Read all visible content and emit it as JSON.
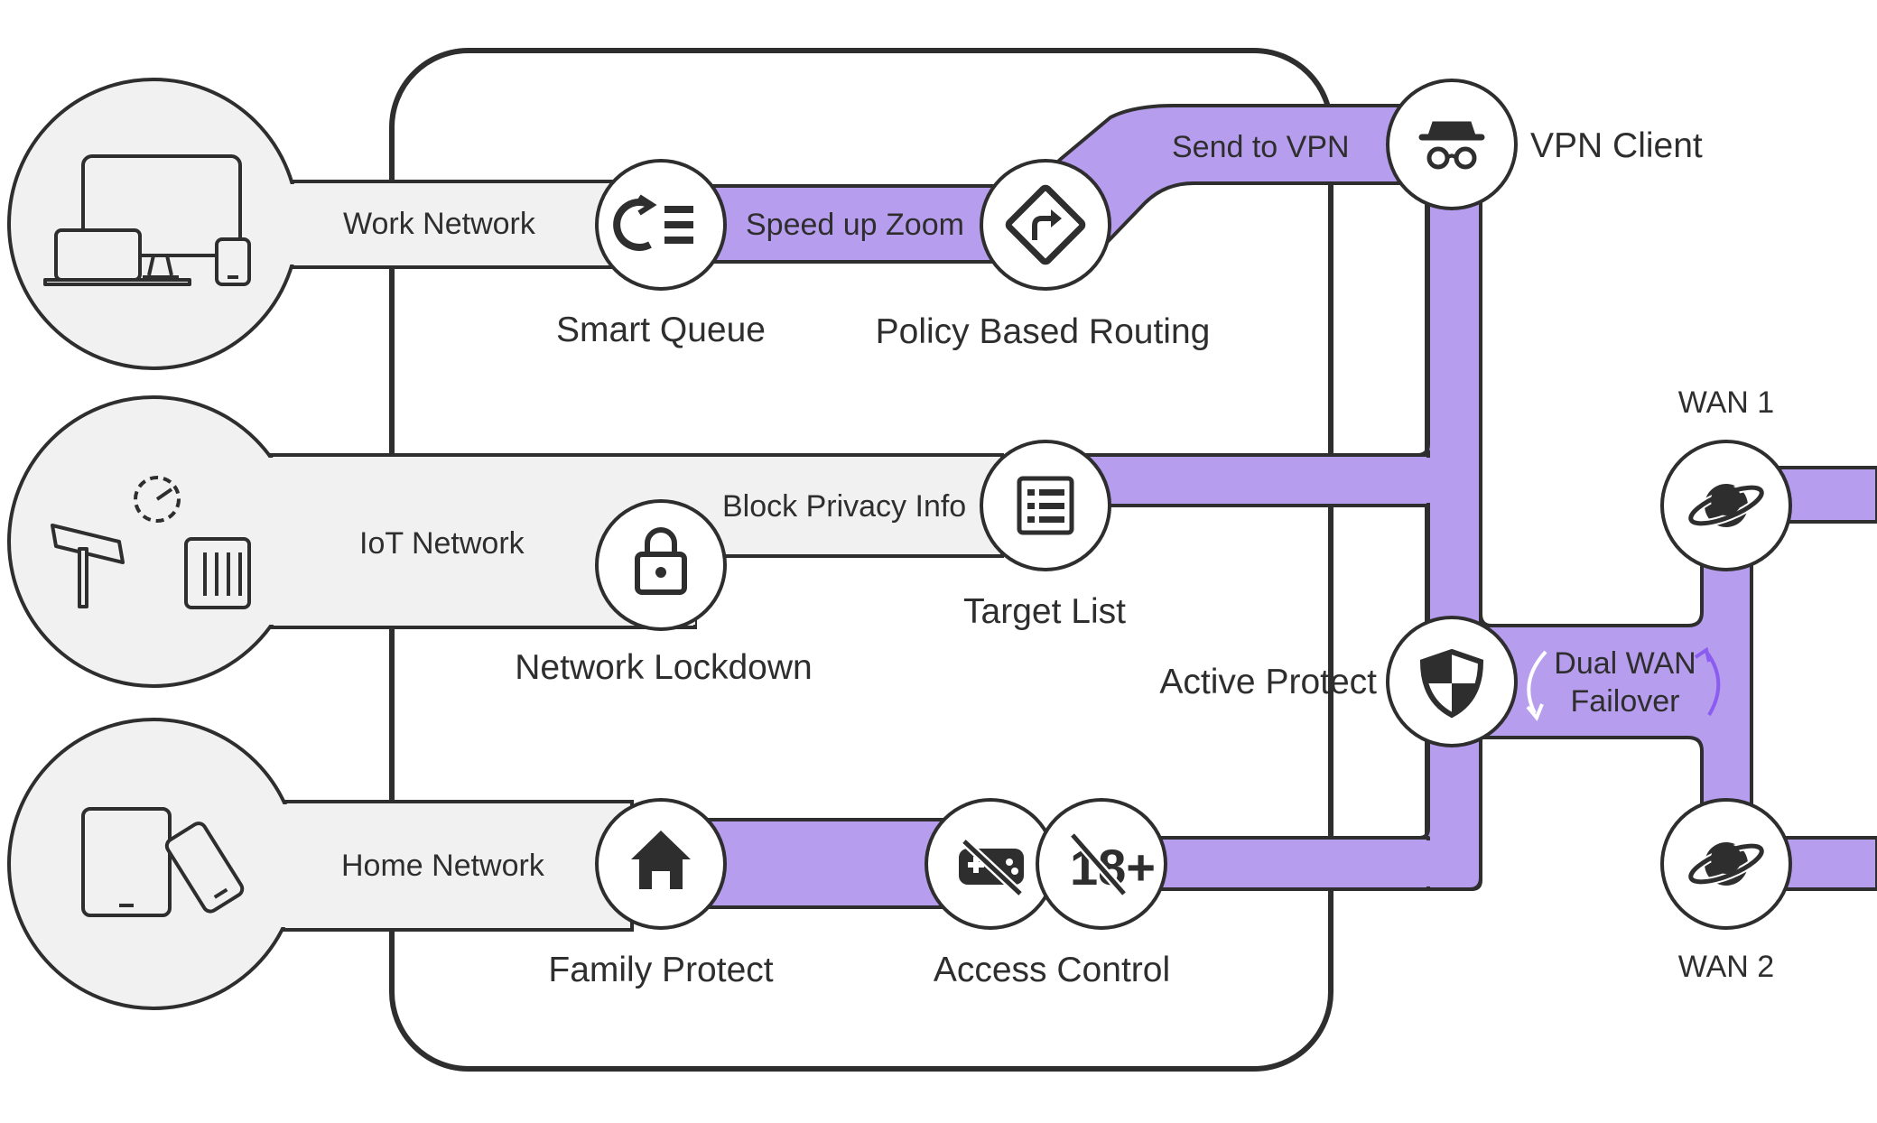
{
  "networks": {
    "work": {
      "label": "Work Network"
    },
    "iot": {
      "label": "IoT Network"
    },
    "home": {
      "label": "Home Network"
    }
  },
  "features": {
    "smart_queue": {
      "label": "Smart Queue",
      "icon": "smart-queue-icon"
    },
    "policy_routing": {
      "label": "Policy Based Routing",
      "icon": "route-sign-icon"
    },
    "network_lockdown": {
      "label": "Network Lockdown",
      "icon": "padlock-icon"
    },
    "target_list": {
      "label": "Target List",
      "icon": "list-icon"
    },
    "family_protect": {
      "label": "Family Protect",
      "icon": "house-icon"
    },
    "access_control": {
      "label": "Access Control",
      "icon": "no-gaming-icon"
    },
    "active_protect": {
      "label": "Active Protect",
      "icon": "shield-icon"
    },
    "vpn_client": {
      "label": "VPN Client",
      "icon": "incognito-icon"
    }
  },
  "flows": {
    "speed_up_zoom": "Speed up Zoom",
    "send_to_vpn": "Send to VPN",
    "block_privacy": "Block Privacy Info",
    "dual_wan_line1": "Dual WAN",
    "dual_wan_line2": "Failover"
  },
  "wan": {
    "wan1": "WAN 1",
    "wan2": "WAN 2",
    "age_badge": "18+"
  },
  "colors": {
    "purple": "#b79ded",
    "gray_fill": "#f1f1f1",
    "stroke": "#2e2e2e",
    "arrow_accent": "#8a5cf0"
  }
}
